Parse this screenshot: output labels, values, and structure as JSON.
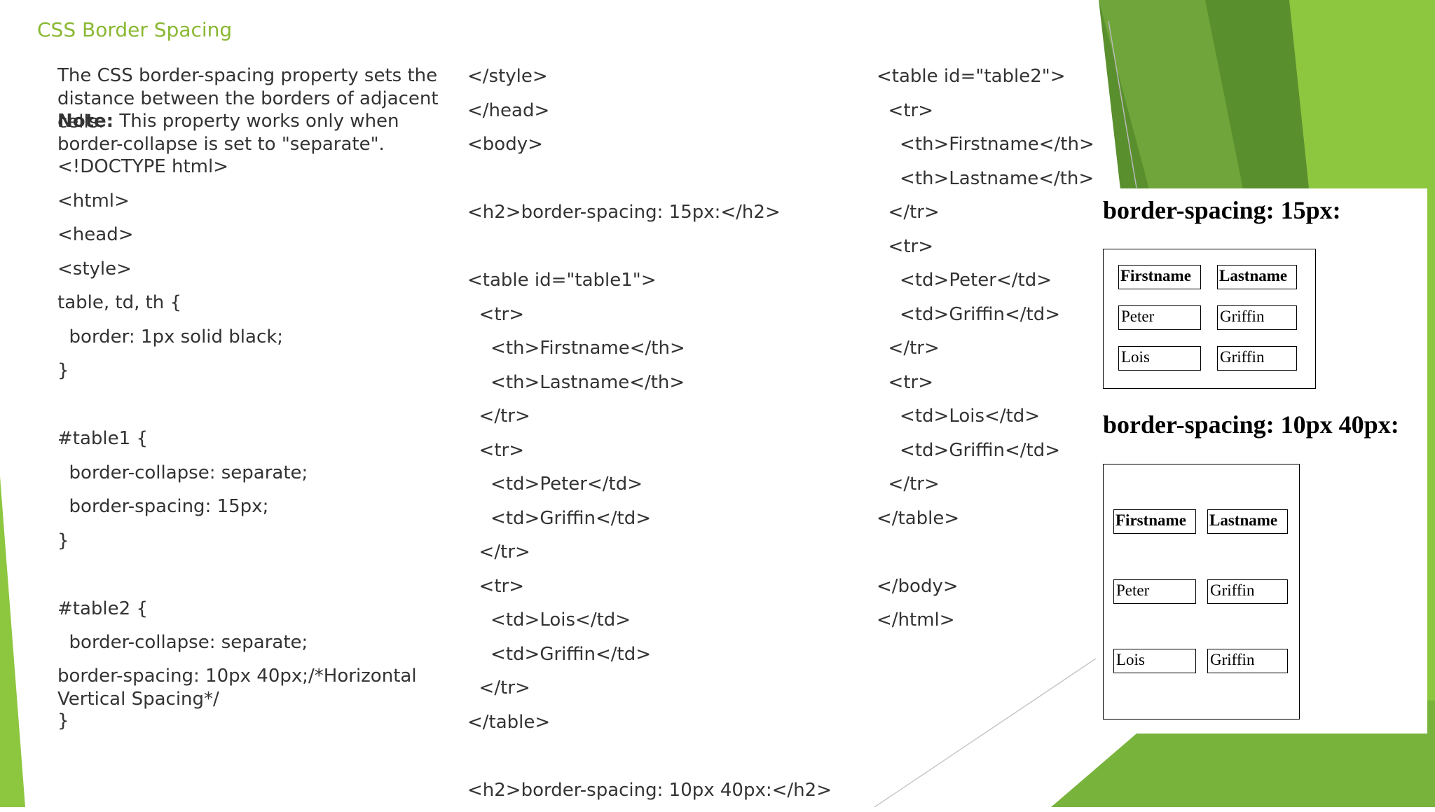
{
  "slide": {
    "title": "CSS Border Spacing"
  },
  "colors": {
    "accent": "#8ab833",
    "dark_green": "#4f7f2a",
    "light_green": "#8dc63f"
  },
  "column1": {
    "intro": "The CSS border-spacing property sets the distance between the borders of adjacent cells.",
    "note_label": "Note:",
    "note_text": " This property works only when border-collapse is set to \"separate\".",
    "lines": [
      "<!DOCTYPE html>",
      "<html>",
      "<head>",
      "<style>",
      "table, td, th {",
      "  border: 1px solid black;",
      "}",
      "",
      "#table1 {",
      "  border-collapse: separate;",
      "  border-spacing: 15px;",
      "}",
      "",
      "#table2 {",
      "  border-collapse: separate;"
    ],
    "wrapped_line": "  border-spacing: 10px 40px;/*Horizontal Vertical Spacing*/",
    "last_line": "}"
  },
  "column2": {
    "lines": [
      "</style>",
      "</head>",
      "<body>",
      "",
      "<h2>border-spacing: 15px:</h2>",
      "",
      "<table id=\"table1\">",
      "  <tr>",
      "    <th>Firstname</th>",
      "    <th>Lastname</th>",
      "  </tr>",
      "  <tr>",
      "    <td>Peter</td>",
      "    <td>Griffin</td>",
      "  </tr>",
      "  <tr>",
      "    <td>Lois</td>",
      "    <td>Griffin</td>",
      "  </tr>",
      "</table>",
      "",
      "<h2>border-spacing: 10px 40px:</h2>"
    ]
  },
  "column3": {
    "lines": [
      "<table id=\"table2\">",
      "  <tr>",
      "    <th>Firstname</th>",
      "    <th>Lastname</th>",
      "  </tr>",
      "  <tr>",
      "    <td>Peter</td>",
      "    <td>Griffin</td>",
      "  </tr>",
      "  <tr>",
      "    <td>Lois</td>",
      "    <td>Griffin</td>",
      "  </tr>",
      "</table>",
      "",
      "</body>",
      "</html>"
    ]
  },
  "output": {
    "heading1": "border-spacing: 15px:",
    "heading2": "border-spacing: 10px 40px:",
    "table1": {
      "headers": [
        "Firstname",
        "Lastname"
      ],
      "rows": [
        [
          "Peter",
          "Griffin"
        ],
        [
          "Lois",
          "Griffin"
        ]
      ]
    },
    "table2": {
      "headers": [
        "Firstname",
        "Lastname"
      ],
      "rows": [
        [
          "Peter",
          "Griffin"
        ],
        [
          "Lois",
          "Griffin"
        ]
      ]
    }
  }
}
